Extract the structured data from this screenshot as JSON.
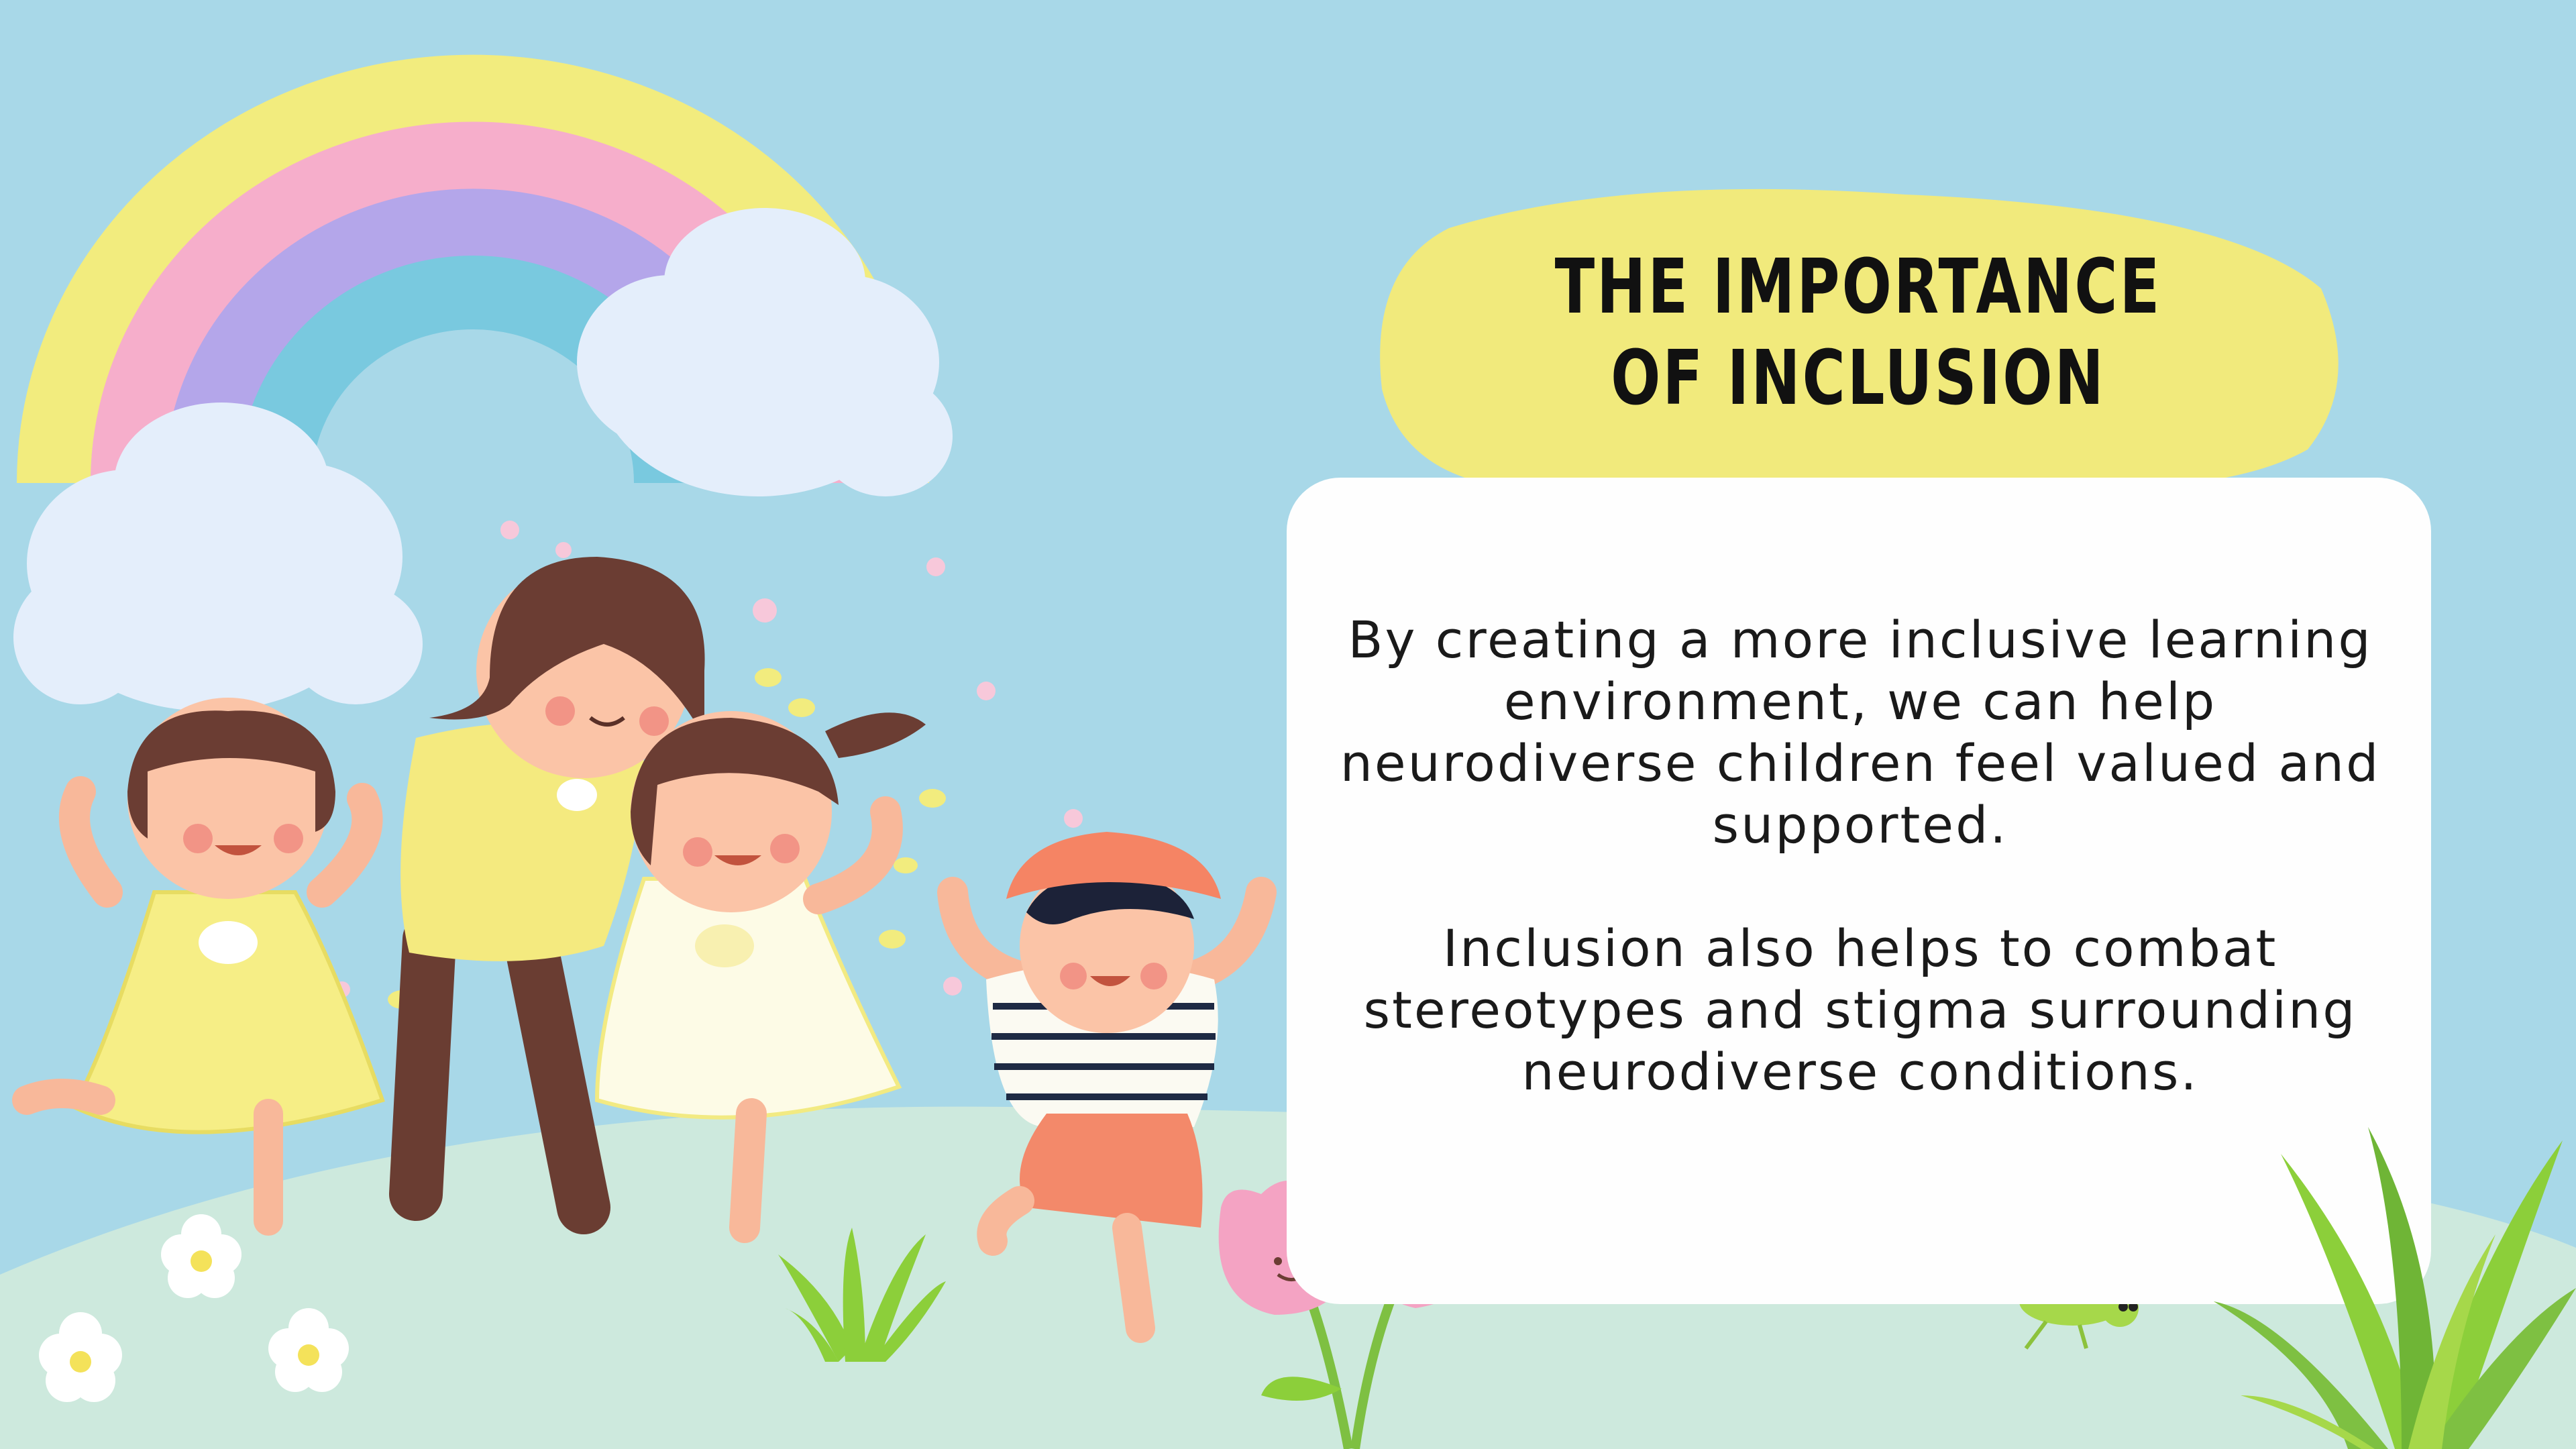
{
  "title": {
    "line1": "THE IMPORTANCE",
    "line2": "OF INCLUSION"
  },
  "body": {
    "paragraph1": "By creating a more inclusive learning environment, we can help neurodiverse children feel valued and supported.",
    "paragraph2": "Inclusion also helps to combat stereotypes and stigma surrounding neurodiverse conditions."
  },
  "colors": {
    "sky": "#a8d8e8",
    "ground": "#cde9dd",
    "title_blob": "#f1ea7c",
    "card": "#fefefe",
    "text": "#1a1a1a"
  },
  "illustration": {
    "elements": [
      "rainbow",
      "cloud",
      "cloud",
      "girl",
      "woman",
      "girl",
      "boy",
      "flowers",
      "grass",
      "pink-tulips",
      "grasshopper",
      "grass"
    ]
  }
}
